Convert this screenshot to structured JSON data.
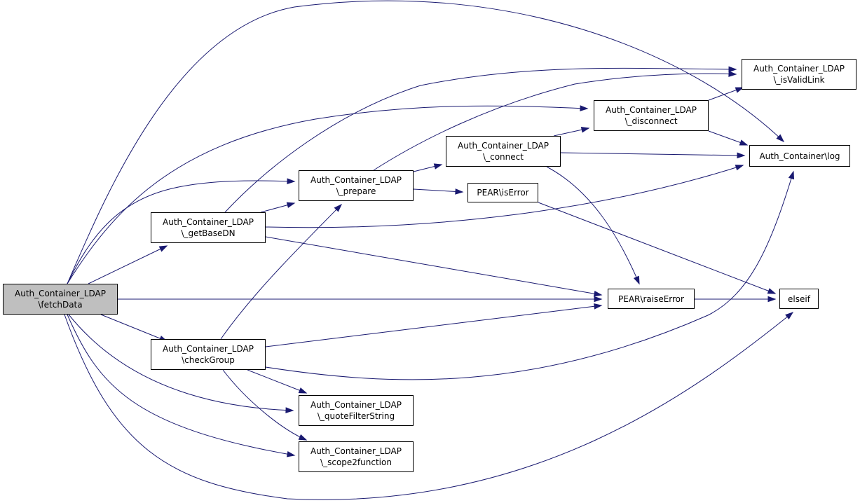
{
  "colors": {
    "edge": "#191970",
    "node_border": "#000000",
    "node_fill": "#ffffff",
    "focus_fill": "#bfbfbf"
  },
  "nodes": {
    "fetchdata": {
      "line1": "Auth_Container_LDAP",
      "line2": "\\fetchData"
    },
    "getbasedn": {
      "line1": "Auth_Container_LDAP",
      "line2": "\\_getBaseDN"
    },
    "checkgroup": {
      "line1": "Auth_Container_LDAP",
      "line2": "\\checkGroup"
    },
    "prepare": {
      "line1": "Auth_Container_LDAP",
      "line2": "\\_prepare"
    },
    "quotefilterstring": {
      "line1": "Auth_Container_LDAP",
      "line2": "\\_quoteFilterString"
    },
    "scope2function": {
      "line1": "Auth_Container_LDAP",
      "line2": "\\_scope2function"
    },
    "connect": {
      "line1": "Auth_Container_LDAP",
      "line2": "\\_connect"
    },
    "pear_iserror": {
      "line1": "PEAR\\isError"
    },
    "disconnect": {
      "line1": "Auth_Container_LDAP",
      "line2": "\\_disconnect"
    },
    "pear_raiseerror": {
      "line1": "PEAR\\raiseError"
    },
    "isvalidlink": {
      "line1": "Auth_Container_LDAP",
      "line2": "\\_isValidLink"
    },
    "auth_container_log": {
      "line1": "Auth_Container\\log"
    },
    "elseif": {
      "line1": "elseif"
    }
  }
}
